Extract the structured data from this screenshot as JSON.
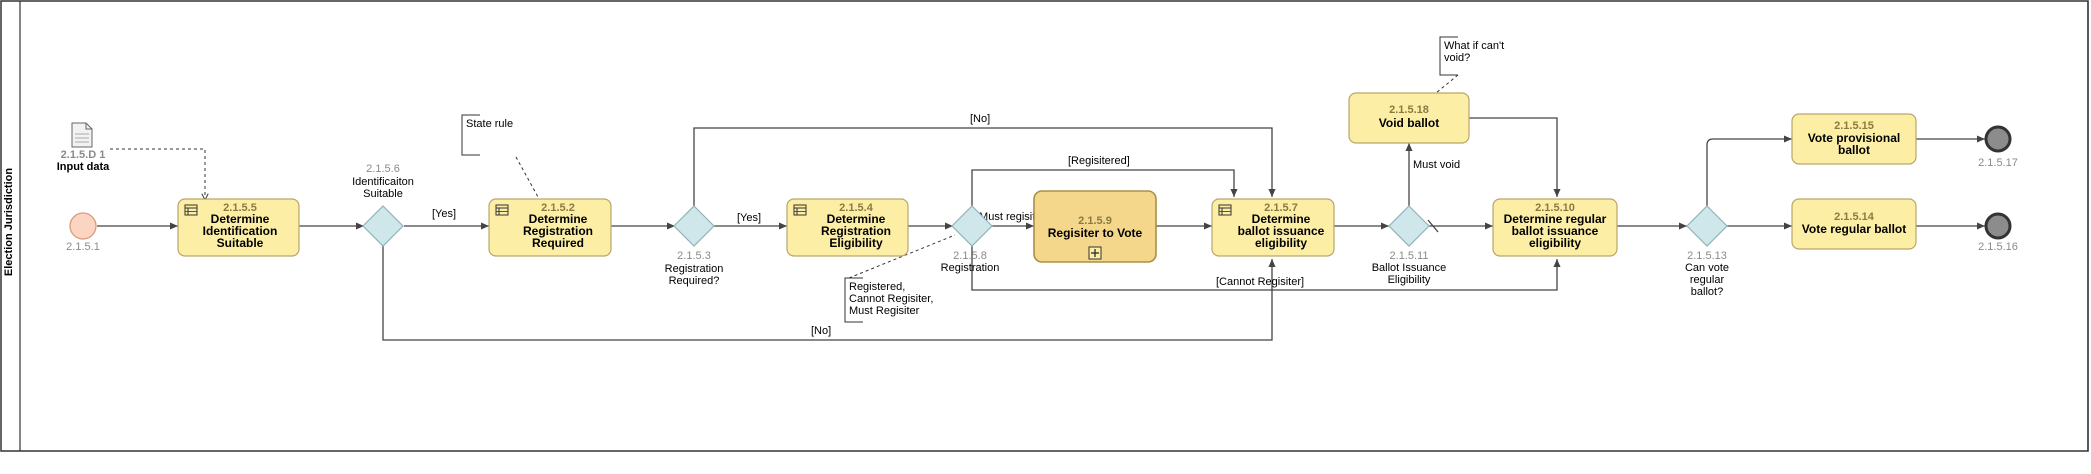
{
  "lane": {
    "title": "Election Jurisdiction"
  },
  "start_event": {
    "id": "2.1.5.1"
  },
  "data_object": {
    "id": "2.1.5.D 1",
    "name": "Input data"
  },
  "tasks": [
    {
      "id": "2.1.5.5",
      "lines": [
        "Determine",
        "Identification",
        "Suitable"
      ]
    },
    {
      "id": "2.1.5.2",
      "lines": [
        "Determine",
        "Registration",
        "Required"
      ]
    },
    {
      "id": "2.1.5.4",
      "lines": [
        "Determine",
        "Registration",
        "Eligibility"
      ]
    },
    {
      "id": "2.1.5.9",
      "lines": [
        "Regisiter to Vote"
      ]
    },
    {
      "id": "2.1.5.7",
      "lines": [
        "Determine",
        "ballot issuance",
        "eligibility"
      ]
    },
    {
      "id": "2.1.5.18",
      "lines": [
        "Void ballot"
      ]
    },
    {
      "id": "2.1.5.10",
      "lines": [
        "Determine regular",
        "ballot issuance",
        "eligibility"
      ]
    },
    {
      "id": "2.1.5.15",
      "lines": [
        "Vote provisional",
        "ballot"
      ]
    },
    {
      "id": "2.1.5.14",
      "lines": [
        "Vote regular ballot"
      ]
    }
  ],
  "gateways": [
    {
      "id": "2.1.5.6",
      "lines": [
        "Identificaiton",
        "Suitable"
      ]
    },
    {
      "id": "2.1.5.3",
      "lines": [
        "Registration",
        "Required?"
      ]
    },
    {
      "id": "2.1.5.8",
      "lines": [
        "Registration"
      ]
    },
    {
      "id": "2.1.5.11",
      "lines": [
        "Ballot Issuance",
        "Eligibility"
      ]
    },
    {
      "id": "2.1.5.13",
      "lines": [
        "Can vote",
        "regular",
        "ballot?"
      ]
    }
  ],
  "end_events": [
    {
      "id": "2.1.5.17"
    },
    {
      "id": "2.1.5.16"
    }
  ],
  "flow_labels": {
    "ident_yes": "[Yes]",
    "ident_no": "[No]",
    "reg_req_yes": "[Yes]",
    "reg_req_no": "[No]",
    "registered": "[Regisitered]",
    "must_register": "[Must regisiter]",
    "cannot_register": "[Cannot Regisiter]",
    "must_void": "Must void"
  },
  "annotations": [
    {
      "lines": [
        "State rule"
      ]
    },
    {
      "lines": [
        "Registered,",
        "Cannot Regisiter,",
        "Must Regisiter"
      ]
    },
    {
      "lines": [
        "What if can't",
        "void?"
      ]
    }
  ]
}
